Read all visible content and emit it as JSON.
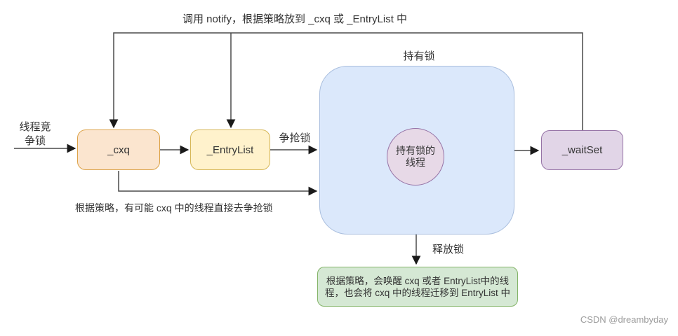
{
  "diagram": {
    "top_note": "调用 notify，根据策略放到 _cxq 或 _EntryList 中",
    "left_label": "线程竞争锁",
    "container": {
      "label": "持有锁"
    },
    "nodes": {
      "cxq": {
        "label": "_cxq"
      },
      "entry_list": {
        "label": "_EntryList"
      },
      "holder_thread": {
        "label": "持有锁的线程"
      },
      "wait_set": {
        "label": "_waitSet"
      }
    },
    "edge_labels": {
      "contend": "争抢锁",
      "release": "释放锁"
    },
    "notes": {
      "cxq_direct": "根据策略，有可能 cxq 中的线程直接去争抢锁",
      "release_detail": "根据策略，会唤醒 cxq 或者 EntryList中的线程，也会将 cxq 中的线程迁移到 EntryList 中"
    },
    "colors": {
      "cxq_fill": "#FBE5CF",
      "cxq_border": "#DCA247",
      "entry_list_fill": "#FFF2CC",
      "entry_list_border": "#D6B656",
      "container_fill": "#DBE8FB",
      "container_border": "#A9BEDE",
      "holder_thread_fill": "#E7D9E7",
      "holder_thread_border": "#9673A6",
      "wait_set_fill": "#E1D5E7",
      "wait_set_border": "#9673A6",
      "note_fill": "#D5E8D4",
      "note_border": "#82B366",
      "connector_line": "#4A4A4A",
      "watermark_text": "#9C9C9C"
    }
  },
  "watermark": "CSDN @dreambyday"
}
